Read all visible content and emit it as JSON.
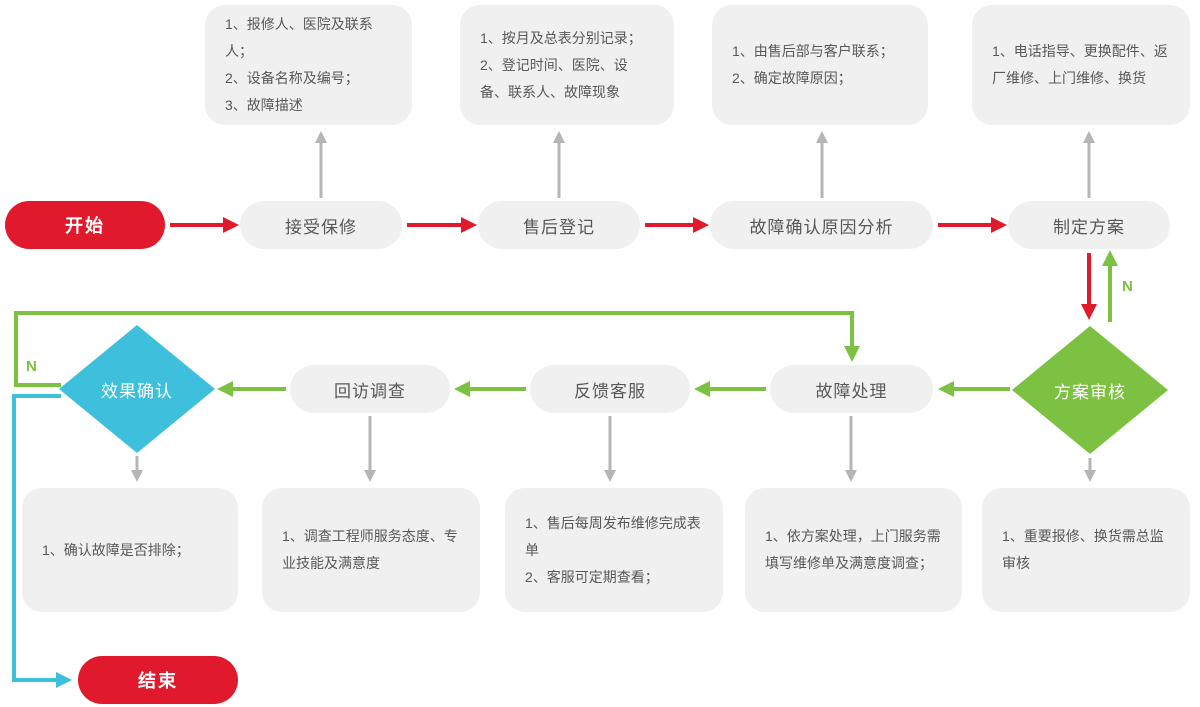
{
  "colors": {
    "red": "#e0192d",
    "green": "#7cc142",
    "cyan": "#3ec0dc",
    "gray": "#b5b5b5",
    "box_bg": "#f0f0f0",
    "text": "#595757"
  },
  "nodes": {
    "start": {
      "label": "开始"
    },
    "accept": {
      "label": "接受保修"
    },
    "register": {
      "label": "售后登记"
    },
    "analyze": {
      "label": "故障确认原因分析"
    },
    "plan": {
      "label": "制定方案"
    },
    "review": {
      "label": "方案审核"
    },
    "process": {
      "label": "故障处理"
    },
    "feedback": {
      "label": "反馈客服"
    },
    "revisit": {
      "label": "回访调查"
    },
    "confirm": {
      "label": "效果确认"
    },
    "end": {
      "label": "结束"
    }
  },
  "edge_labels": {
    "review_no": "N",
    "confirm_no": "N"
  },
  "notes": {
    "accept": {
      "lines": [
        "1、报修人、医院及联系人；",
        "2、设备名称及编号；",
        "3、故障描述"
      ]
    },
    "register": {
      "lines": [
        "1、按月及总表分别记录；",
        "2、登记时间、医院、设备、联系人、故障现象"
      ]
    },
    "analyze": {
      "lines": [
        "1、由售后部与客户联系；",
        "2、确定故障原因；"
      ]
    },
    "plan": {
      "lines": [
        "1、电话指导、更换配件、返厂维修、上门维修、换货"
      ]
    },
    "confirm": {
      "lines": [
        "1、确认故障是否排除；"
      ]
    },
    "revisit": {
      "lines": [
        "1、调查工程师服务态度、专业技能及满意度"
      ]
    },
    "feedback": {
      "lines": [
        "1、售后每周发布维修完成表单",
        "2、客服可定期查看；"
      ]
    },
    "process": {
      "lines": [
        "1、依方案处理，上门服务需填写维修单及满意度调查；"
      ]
    },
    "review": {
      "lines": [
        "1、重要报修、换货需总监审核"
      ]
    }
  }
}
